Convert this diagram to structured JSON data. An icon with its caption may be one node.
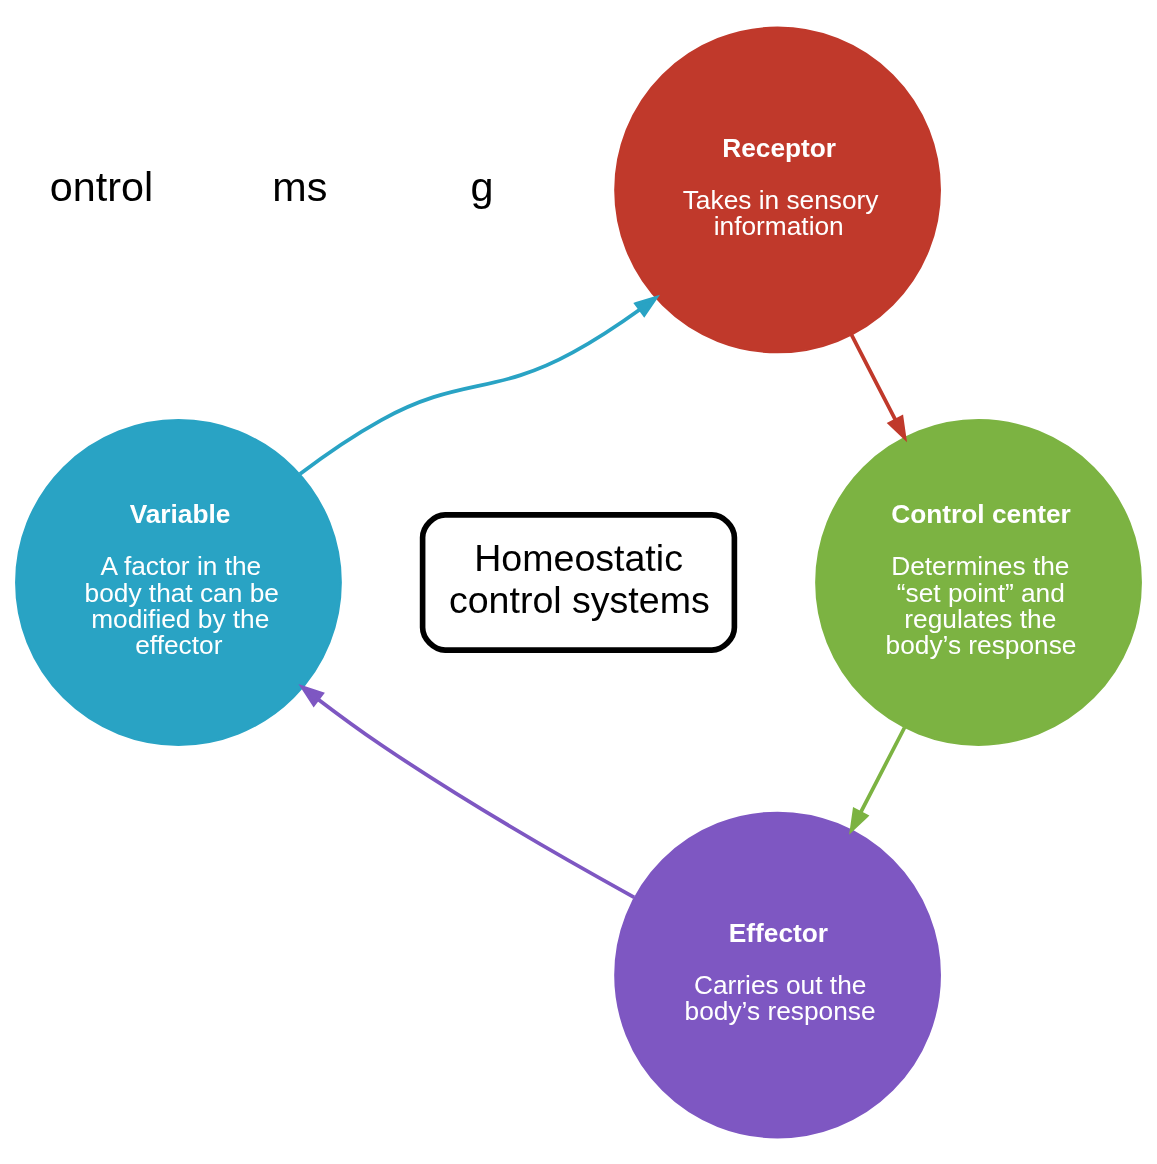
{
  "diagram": {
    "nodes": [
      {
        "text": [
          "Receptor",
          "Takes in sensory information"
        ]
      },
      {
        "text": [
          "Control center",
          "Determines the “set point” and regulates the body’s response"
        ]
      },
      {
        "text": [
          "Effector",
          "Carries out the body’s response"
        ]
      },
      {
        "text": [
          "Variable",
          "A factor in the body that can be modified by the effector"
        ]
      },
      {
        "text": [
          "Homeostatic control systems"
        ]
      }
    ],
    "edges": [
      {
        "from": 0,
        "to": 1,
        "arrow": "to",
        "color": "#c0392b"
      },
      {
        "from": 1,
        "to": 2,
        "arrow": "to",
        "color": "#7cb342"
      },
      {
        "from": 2,
        "to": 3,
        "arrow": "to",
        "color": "#7e57c2"
      },
      {
        "from": 3,
        "to": 0,
        "arrow": "to",
        "color": "#29a3c4"
      }
    ],
    "labels": [
      "ontrol",
      "ms",
      "g"
    ]
  }
}
